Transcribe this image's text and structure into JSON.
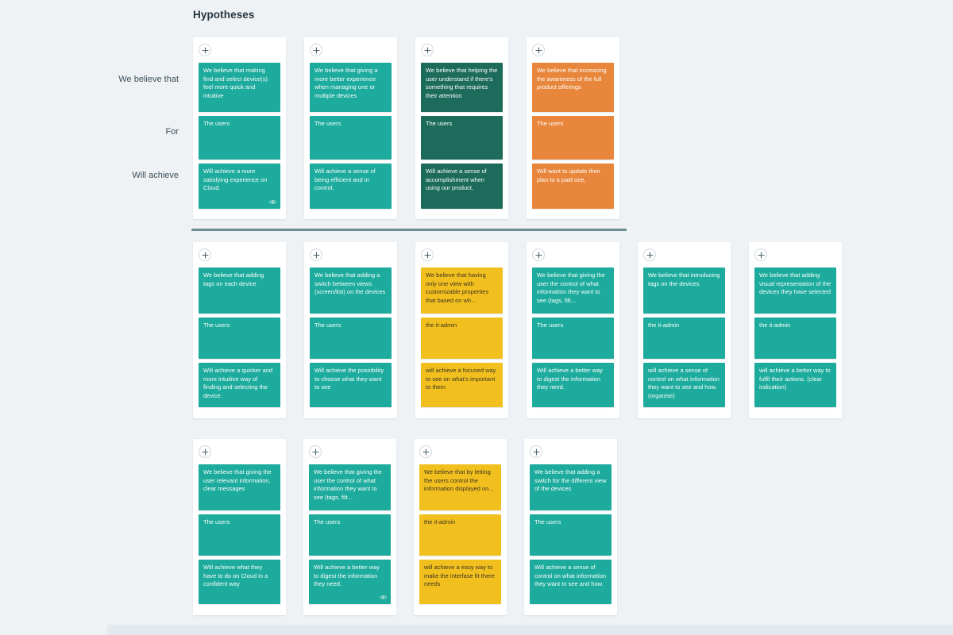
{
  "page": {
    "title": "Hypotheses",
    "background_color": "#eef2f5"
  },
  "colors": {
    "teal": "#1cab9c",
    "dark_green": "#1c6b5b",
    "orange": "#e8873b",
    "yellow": "#f2c01e",
    "divider": "#6d8d93",
    "card_background": "#ffffff"
  },
  "row_labels": {
    "believe": "We believe that",
    "for": "For",
    "achieve": "Will achieve"
  },
  "icons": {
    "add": "plus-icon",
    "visibility": "eye-icon"
  },
  "rows": [
    {
      "id": "row-1",
      "cards": [
        {
          "color": "teal",
          "hypothesis": "We believe that making find and select device(s) feel more quick and intuitive",
          "who": "The users",
          "achieve": "Will achieve a more satisfying experience on Cloud.",
          "has_eye": true
        },
        {
          "color": "teal",
          "hypothesis": "We believe that giving a more better experience when managing one or multiple devices",
          "who": "The users",
          "achieve": "Will achieve a sense of being efficient and in control.",
          "has_eye": false
        },
        {
          "color": "dark_green",
          "hypothesis": "We believe that helping the user understand if there's something that requires their attention",
          "who": "The users",
          "achieve": "Will achieve a sense of accomplishment when using our product,",
          "has_eye": false
        },
        {
          "color": "orange",
          "hypothesis": "We believe that increasing the awareness of the full product offerings",
          "who": "The users",
          "achieve": "Will want to update their plan to a paid one,",
          "has_eye": false
        }
      ]
    },
    {
      "id": "row-2",
      "cards": [
        {
          "color": "teal",
          "hypothesis": "We believe that adding tags on each device",
          "who": "The users",
          "achieve": "Will achieve a quicker and more intuitive way of finding and selecting the device.",
          "has_eye": false
        },
        {
          "color": "teal",
          "hypothesis": "We believe that adding a switch between views (screen/list) on the devices",
          "who": "The users",
          "achieve": "Will achieve the possibility to choose what they want to see",
          "has_eye": false
        },
        {
          "color": "yellow",
          "hypothesis": "We believe that having only one view with customizable properties that based on wh...",
          "who": "the it-admin",
          "achieve": "will achieve a focused way to see on what's important to them",
          "has_eye": false
        },
        {
          "color": "teal",
          "hypothesis": "We believe that giving the user the control of what information they want to see (tags, filt...",
          "who": "The users",
          "achieve": "Will achieve a better way to digest the information they need.",
          "has_eye": false
        },
        {
          "color": "teal",
          "hypothesis": "We believe that introducing tags on the devices",
          "who": "the it-admin",
          "achieve": "will achieve a sense of control on what information they want to see and how. (organise)",
          "has_eye": false
        },
        {
          "color": "teal",
          "hypothesis": "We believe that adding visual representation of the devices they have selected",
          "who": "the it-admin",
          "achieve": "will achieve a better way to fulfil their actions. (clear indication)",
          "has_eye": false
        }
      ]
    },
    {
      "id": "row-3",
      "cards": [
        {
          "color": "teal",
          "hypothesis": "We believe that giving the user relevant information, clear messages",
          "who": "The users",
          "achieve": "Will achieve what they have to do on Cloud in a confident way",
          "has_eye": false
        },
        {
          "color": "teal",
          "hypothesis": "We believe that giving the user the control of what information they want to see (tags, filt...",
          "who": "The users",
          "achieve": "Will achieve a better way to digest the information they need.",
          "has_eye": true
        },
        {
          "color": "yellow",
          "hypothesis": "We believe that by letting the users control the information displayed on...",
          "who": "the it-admin",
          "achieve": "will achieve a easy way to make the interfase fit there needs",
          "has_eye": false
        },
        {
          "color": "teal",
          "hypothesis": "We believe that adding a switch for the different view of the devices",
          "who": "The users",
          "achieve": "Will achieve a sense of control on what information they want to see and how.",
          "has_eye": false
        }
      ]
    }
  ]
}
